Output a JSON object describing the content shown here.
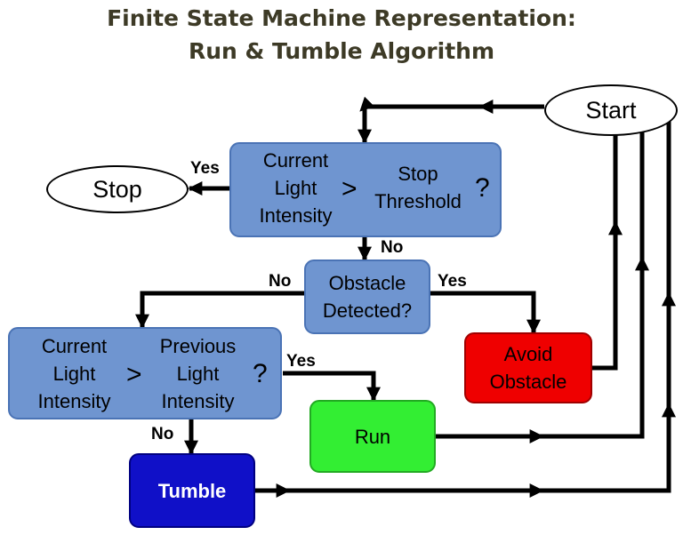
{
  "title": {
    "line1": "Finite State Machine Representation:",
    "line2": "Run & Tumble Algorithm"
  },
  "nodes": {
    "start": "Start",
    "stop": "Stop",
    "decision_stop": {
      "left": [
        "Current",
        "Light",
        "Intensity"
      ],
      "operator": ">",
      "right": [
        "Stop",
        "Threshold"
      ],
      "question": "?"
    },
    "obstacle": [
      "Obstacle",
      "Detected?"
    ],
    "decision_light": {
      "left": [
        "Current",
        "Light",
        "Intensity"
      ],
      "operator": ">",
      "right": [
        "Previous",
        "Light",
        "Intensity"
      ],
      "question": "?"
    },
    "avoid": [
      "Avoid",
      "Obstacle"
    ],
    "run": "Run",
    "tumble": "Tumble"
  },
  "edges": {
    "stop_yes": "Yes",
    "stop_no": "No",
    "obstacle_no": "No",
    "obstacle_yes": "Yes",
    "light_yes": "Yes",
    "light_no": "No"
  },
  "colors": {
    "decision": "#6f95d0",
    "avoid": "#ef0000",
    "run": "#33ee33",
    "tumble": "#1010c8"
  }
}
